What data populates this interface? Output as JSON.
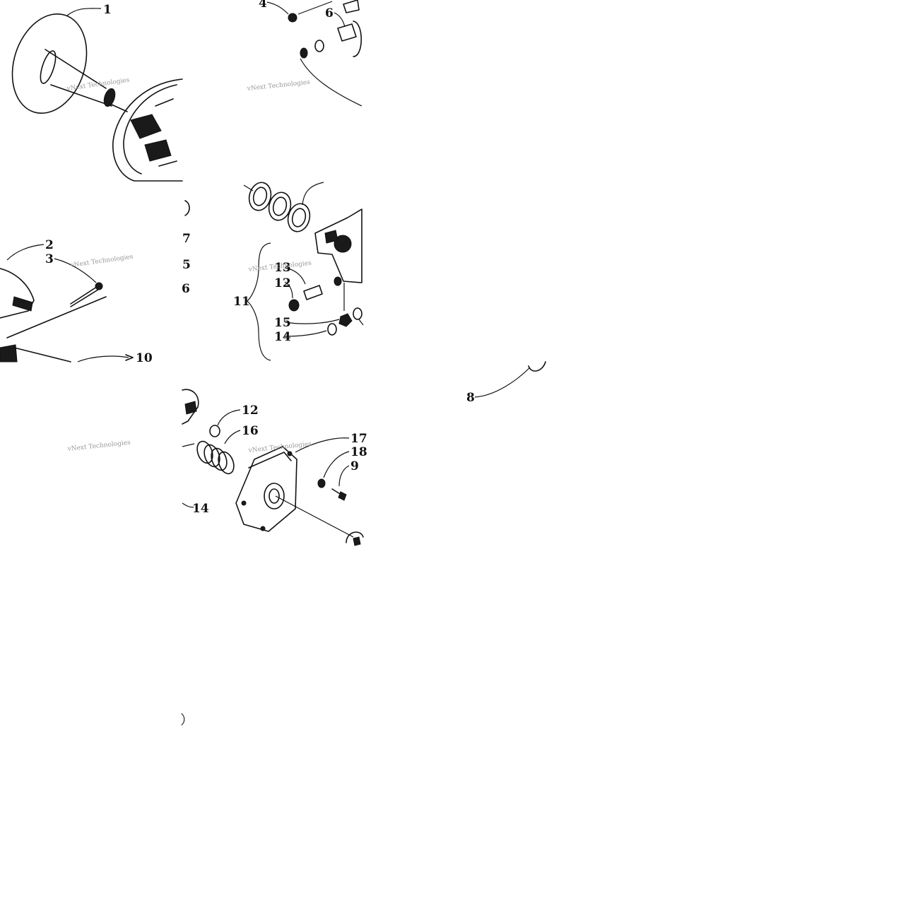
{
  "diagram": {
    "callouts": {
      "c1": "1",
      "c2": "2",
      "c3": "3",
      "c4": "4",
      "c5": "5",
      "c6a": "6",
      "c6b": "6",
      "c7": "7",
      "c8": "8",
      "c9": "9",
      "c10": "10",
      "c11": "11",
      "c12a": "12",
      "c12b": "12",
      "c13": "13",
      "c14a": "14",
      "c14b": "14",
      "c15": "15",
      "c16": "16",
      "c17": "17",
      "c18": "18"
    },
    "watermark": "vNext Technologies",
    "colors": {
      "ink": "#111111",
      "watermark": "#9a9a9a",
      "background": "#ffffff"
    }
  }
}
